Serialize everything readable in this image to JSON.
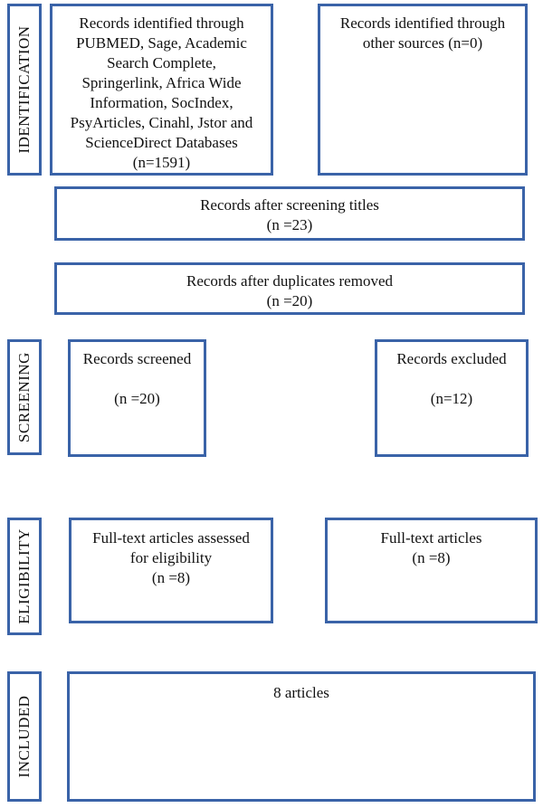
{
  "stages": {
    "identification": "IDENTIFICATION",
    "screening": "SCREENING",
    "eligibility": "ELIGIBILITY",
    "included": "INCLUDED"
  },
  "boxes": {
    "identified_databases": {
      "lines": [
        "Records identified through",
        "PUBMED, Sage, Academic",
        "Search Complete,",
        "Springerlink, Africa Wide",
        "Information, SocIndex,",
        "PsyArticles, Cinahl, Jstor and",
        "ScienceDirect Databases",
        "(n=1591)"
      ]
    },
    "identified_other": {
      "lines": [
        "Records identified through",
        "other sources (n=0)"
      ]
    },
    "after_screening_titles": {
      "lines": [
        "Records after screening titles",
        "(n =23)"
      ]
    },
    "after_duplicates": {
      "lines": [
        "Records after duplicates removed",
        "(n =20)"
      ]
    },
    "records_screened": {
      "title": "Records screened",
      "count": "(n =20)"
    },
    "records_excluded": {
      "title": "Records excluded",
      "count": "(n=12)"
    },
    "fulltext_assessed": {
      "lines": [
        "Full-text articles assessed",
        "for eligibility",
        "(n =8)"
      ]
    },
    "fulltext_articles": {
      "lines": [
        "Full-text articles",
        "(n =8)"
      ]
    },
    "included_articles": {
      "lines": [
        "8 articles"
      ]
    }
  },
  "colors": {
    "border": "#3a63a8"
  }
}
